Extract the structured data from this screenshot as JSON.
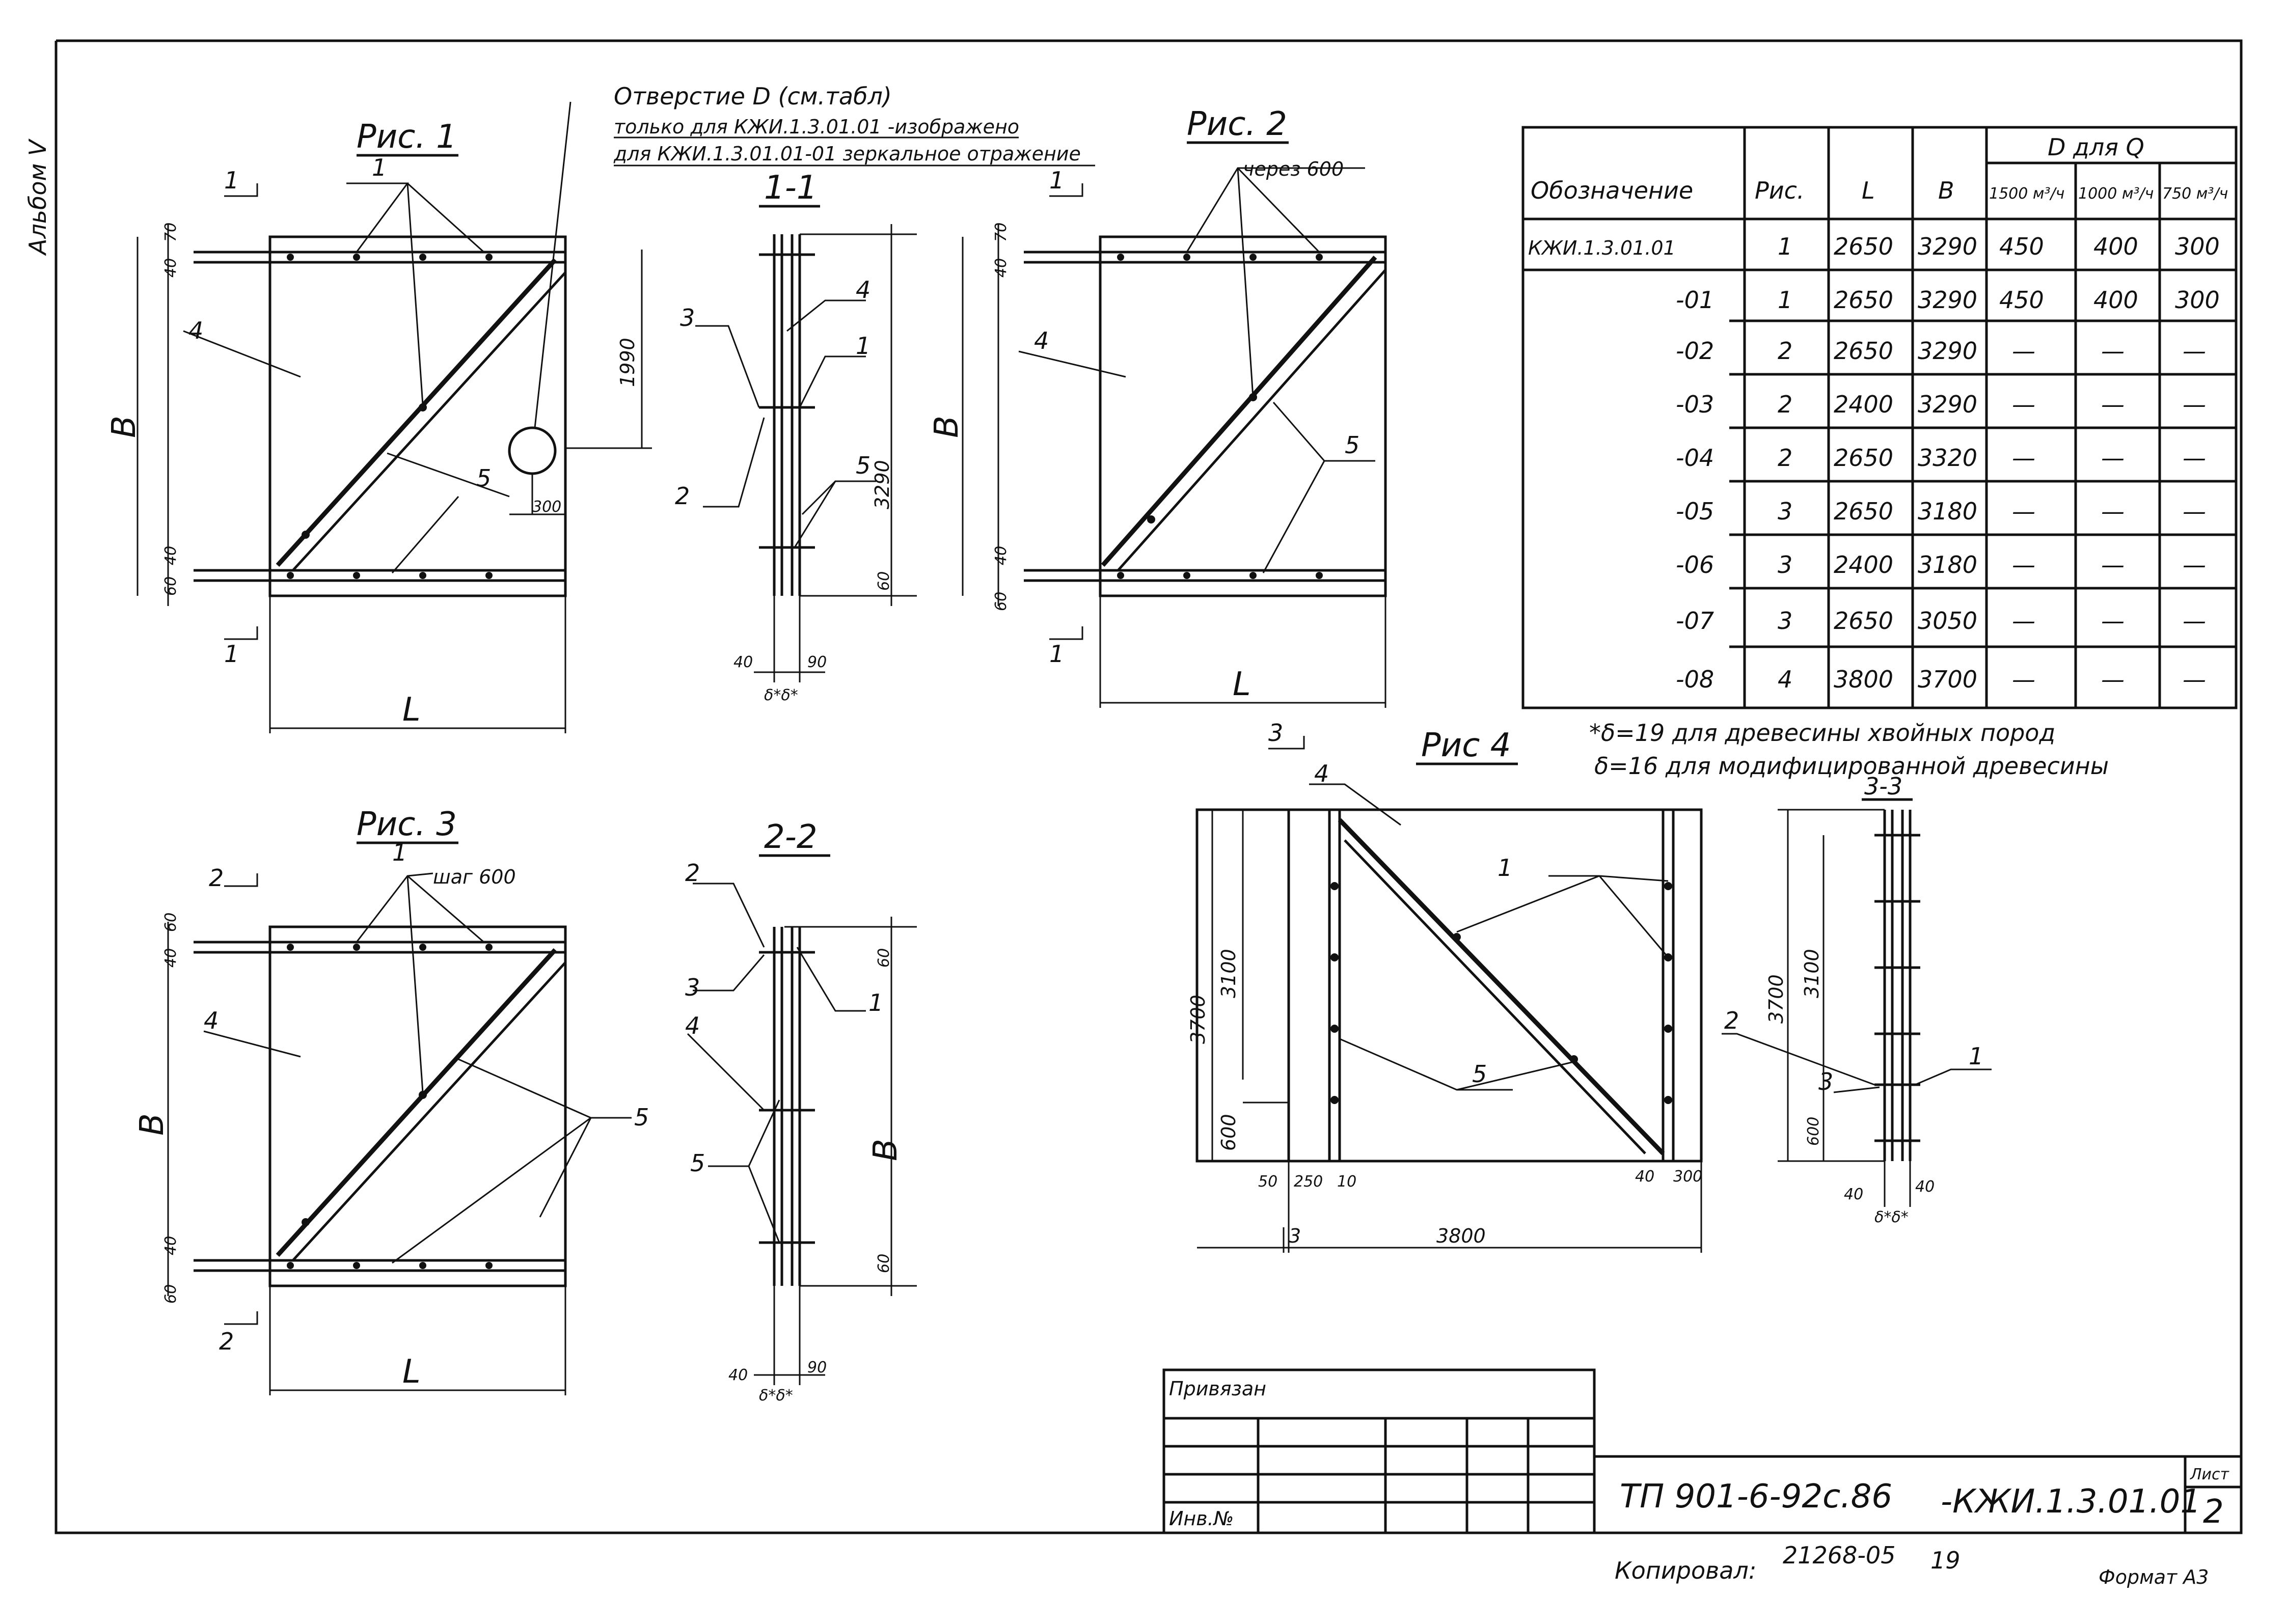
{
  "sheet": {
    "side_label": "Альбом V",
    "binding_label": "Привязан",
    "inv_label": "Инв.№",
    "doc_code": "ТП 901-6-92с.86",
    "doc_mark": "-КЖИ.1.3.01.01",
    "sheet_label": "Лист",
    "sheet_no": "2",
    "copied_label": "Копировал:",
    "order_no": "21268-05",
    "page_no": "19",
    "format_label": "Формат А3"
  },
  "notes": {
    "hole_title": "Отверстие D (см.табл)",
    "hole_line1": "только для КЖИ.1.3.01.01 -изображено",
    "hole_line2": "для КЖИ.1.3.01.01-01 зеркальное отражение",
    "footnote1": "*δ=19 для древесины хвойных пород",
    "footnote2": "δ=16 для модифицированной древесины"
  },
  "figures": {
    "fig1": {
      "title": "Рис. 1",
      "L": "L",
      "B": "B",
      "d70": "70",
      "d40a": "40",
      "d40b": "40",
      "d60": "60",
      "d1990": "1990",
      "d300": "300",
      "n1": "1",
      "n4": "4",
      "n5": "5",
      "cut": "1"
    },
    "sec11": {
      "title": "1-1",
      "n3": "3",
      "n4": "4",
      "n1": "1",
      "n2": "2",
      "n5": "5",
      "d3290": "3290",
      "d60": "60",
      "d40": "40",
      "d90": "90",
      "dd": "δ*δ*"
    },
    "fig2": {
      "title": "Рис. 2",
      "note": "через 600",
      "L": "L",
      "B": "B",
      "d70": "70",
      "d40a": "40",
      "d40b": "40",
      "d60": "60",
      "n4": "4",
      "n5": "5",
      "cut": "1"
    },
    "fig3": {
      "title": "Рис. 3",
      "note": "шаг 600",
      "L": "L",
      "B": "B",
      "d60a": "60",
      "d40a": "40",
      "d40b": "40",
      "d60b": "60",
      "n1": "1",
      "n4": "4",
      "n5": "5",
      "cut": "2"
    },
    "sec22": {
      "title": "2-2",
      "n2": "2",
      "n3": "3",
      "n4": "4",
      "n1": "1",
      "n5": "5",
      "B": "B",
      "d60a": "60",
      "d60b": "60",
      "d40": "40",
      "d90": "90",
      "dd": "δ*δ*"
    },
    "fig4": {
      "title": "Рис 4",
      "n4": "4",
      "n1": "1",
      "n5": "5",
      "cut": "3",
      "d3700": "3700",
      "d3100": "3100",
      "d600": "600",
      "d50": "50",
      "d250": "250",
      "d10": "10",
      "d40": "40",
      "d300": "300",
      "d3800": "3800"
    },
    "sec33": {
      "title": "3-3",
      "n1": "1",
      "n2": "2",
      "n3": "3",
      "d3700": "3700",
      "d3100": "3100",
      "d600": "600",
      "d40a": "40",
      "d40b": "40",
      "dd": "δ*δ*"
    }
  },
  "table": {
    "headers": {
      "designation": "Обозначение",
      "fig": "Рис.",
      "L": "L",
      "B": "B",
      "d_group": "D для Q",
      "q1500": "1500 м³/ч",
      "q1000": "1000 м³/ч",
      "q750": "750 м³/ч"
    },
    "rows": [
      {
        "code": "КЖИ.1.3.01.01",
        "fig": "1",
        "L": "2650",
        "B": "3290",
        "d1500": "450",
        "d1000": "400",
        "d750": "300"
      },
      {
        "code": "-01",
        "fig": "1",
        "L": "2650",
        "B": "3290",
        "d1500": "450",
        "d1000": "400",
        "d750": "300"
      },
      {
        "code": "-02",
        "fig": "2",
        "L": "2650",
        "B": "3290",
        "d1500": "—",
        "d1000": "—",
        "d750": "—"
      },
      {
        "code": "-03",
        "fig": "2",
        "L": "2400",
        "B": "3290",
        "d1500": "—",
        "d1000": "—",
        "d750": "—"
      },
      {
        "code": "-04",
        "fig": "2",
        "L": "2650",
        "B": "3320",
        "d1500": "—",
        "d1000": "—",
        "d750": "—"
      },
      {
        "code": "-05",
        "fig": "3",
        "L": "2650",
        "B": "3180",
        "d1500": "—",
        "d1000": "—",
        "d750": "—"
      },
      {
        "code": "-06",
        "fig": "3",
        "L": "2400",
        "B": "3180",
        "d1500": "—",
        "d1000": "—",
        "d750": "—"
      },
      {
        "code": "-07",
        "fig": "3",
        "L": "2650",
        "B": "3050",
        "d1500": "—",
        "d1000": "—",
        "d750": "—"
      },
      {
        "code": "-08",
        "fig": "4",
        "L": "3800",
        "B": "3700",
        "d1500": "—",
        "d1000": "—",
        "d750": "—"
      }
    ]
  }
}
